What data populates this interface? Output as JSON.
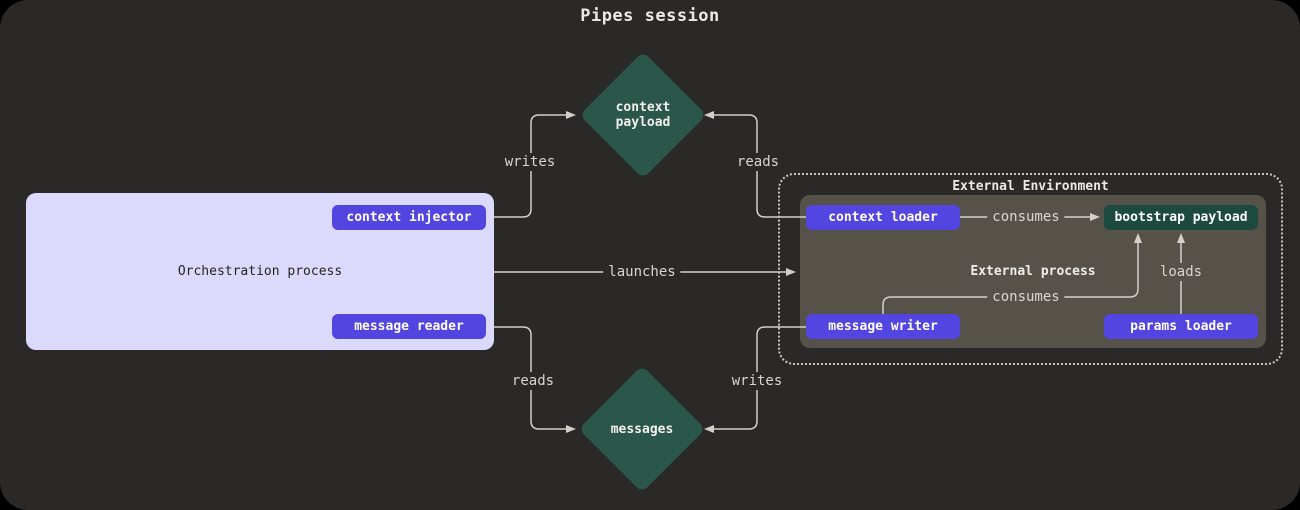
{
  "title": "Pipes session",
  "colors": {
    "canvas_bg": "#2a2927",
    "outer_bg": "#000000",
    "edge_line": "#d3d0cc",
    "orchestration_bg": "#dcdafc",
    "button_purple": "#5245e0",
    "payload_green_dark": "#1d4a3f",
    "diamond_green": "#2b564a",
    "external_process_bg": "#56524a"
  },
  "nodes": {
    "orchestration": {
      "label": "Orchestration process",
      "buttons": [
        {
          "label": "context injector"
        },
        {
          "label": "message reader"
        }
      ]
    },
    "external_env": {
      "label": "External Environment"
    },
    "external_process": {
      "label": "External process",
      "buttons": [
        {
          "label": "context loader"
        },
        {
          "label": "bootstrap payload"
        },
        {
          "label": "message writer"
        },
        {
          "label": "params loader"
        }
      ]
    },
    "context_payload": {
      "line1": "context",
      "line2": "payload"
    },
    "messages": {
      "label": "messages"
    }
  },
  "edges": {
    "writes_top": {
      "label": "writes"
    },
    "reads_top": {
      "label": "reads"
    },
    "launches": {
      "label": "launches"
    },
    "consumes_top": {
      "label": "consumes"
    },
    "consumes_bottom": {
      "label": "consumes"
    },
    "loads": {
      "label": "loads"
    },
    "reads_bottom": {
      "label": "reads"
    },
    "writes_bottom": {
      "label": "writes"
    }
  }
}
